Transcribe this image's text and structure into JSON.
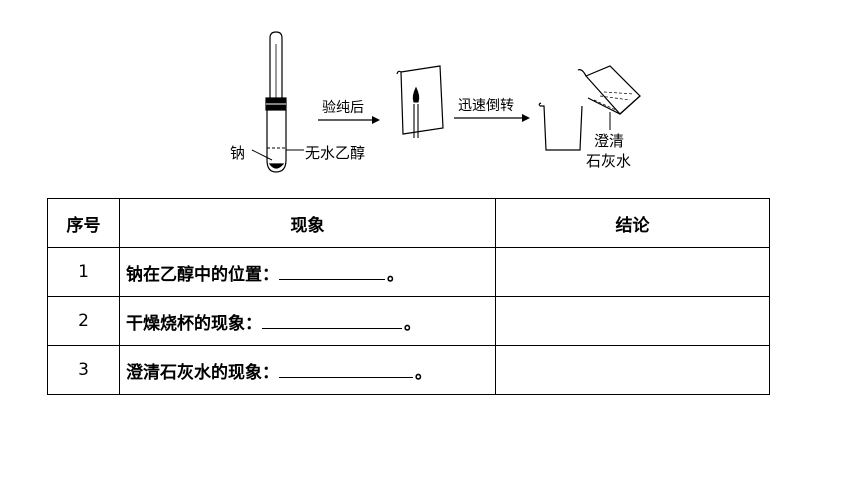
{
  "figure": {
    "labels": {
      "sodium": "钠",
      "ethanol": "无水乙醇",
      "step1": "验纯后",
      "step2": "迅速倒转",
      "limewater_line1": "澄清",
      "limewater_line2": "石灰水"
    }
  },
  "table": {
    "headers": [
      "序号",
      "现象",
      "结论"
    ],
    "rows": [
      {
        "num": "1",
        "text": "钠在乙醇中的位置：",
        "end": "。",
        "conclusion": ""
      },
      {
        "num": "2",
        "text": "干燥烧杯的现象：",
        "end": "。",
        "conclusion": ""
      },
      {
        "num": "3",
        "text": "澄清石灰水的现象：",
        "end": "。",
        "conclusion": ""
      }
    ]
  }
}
